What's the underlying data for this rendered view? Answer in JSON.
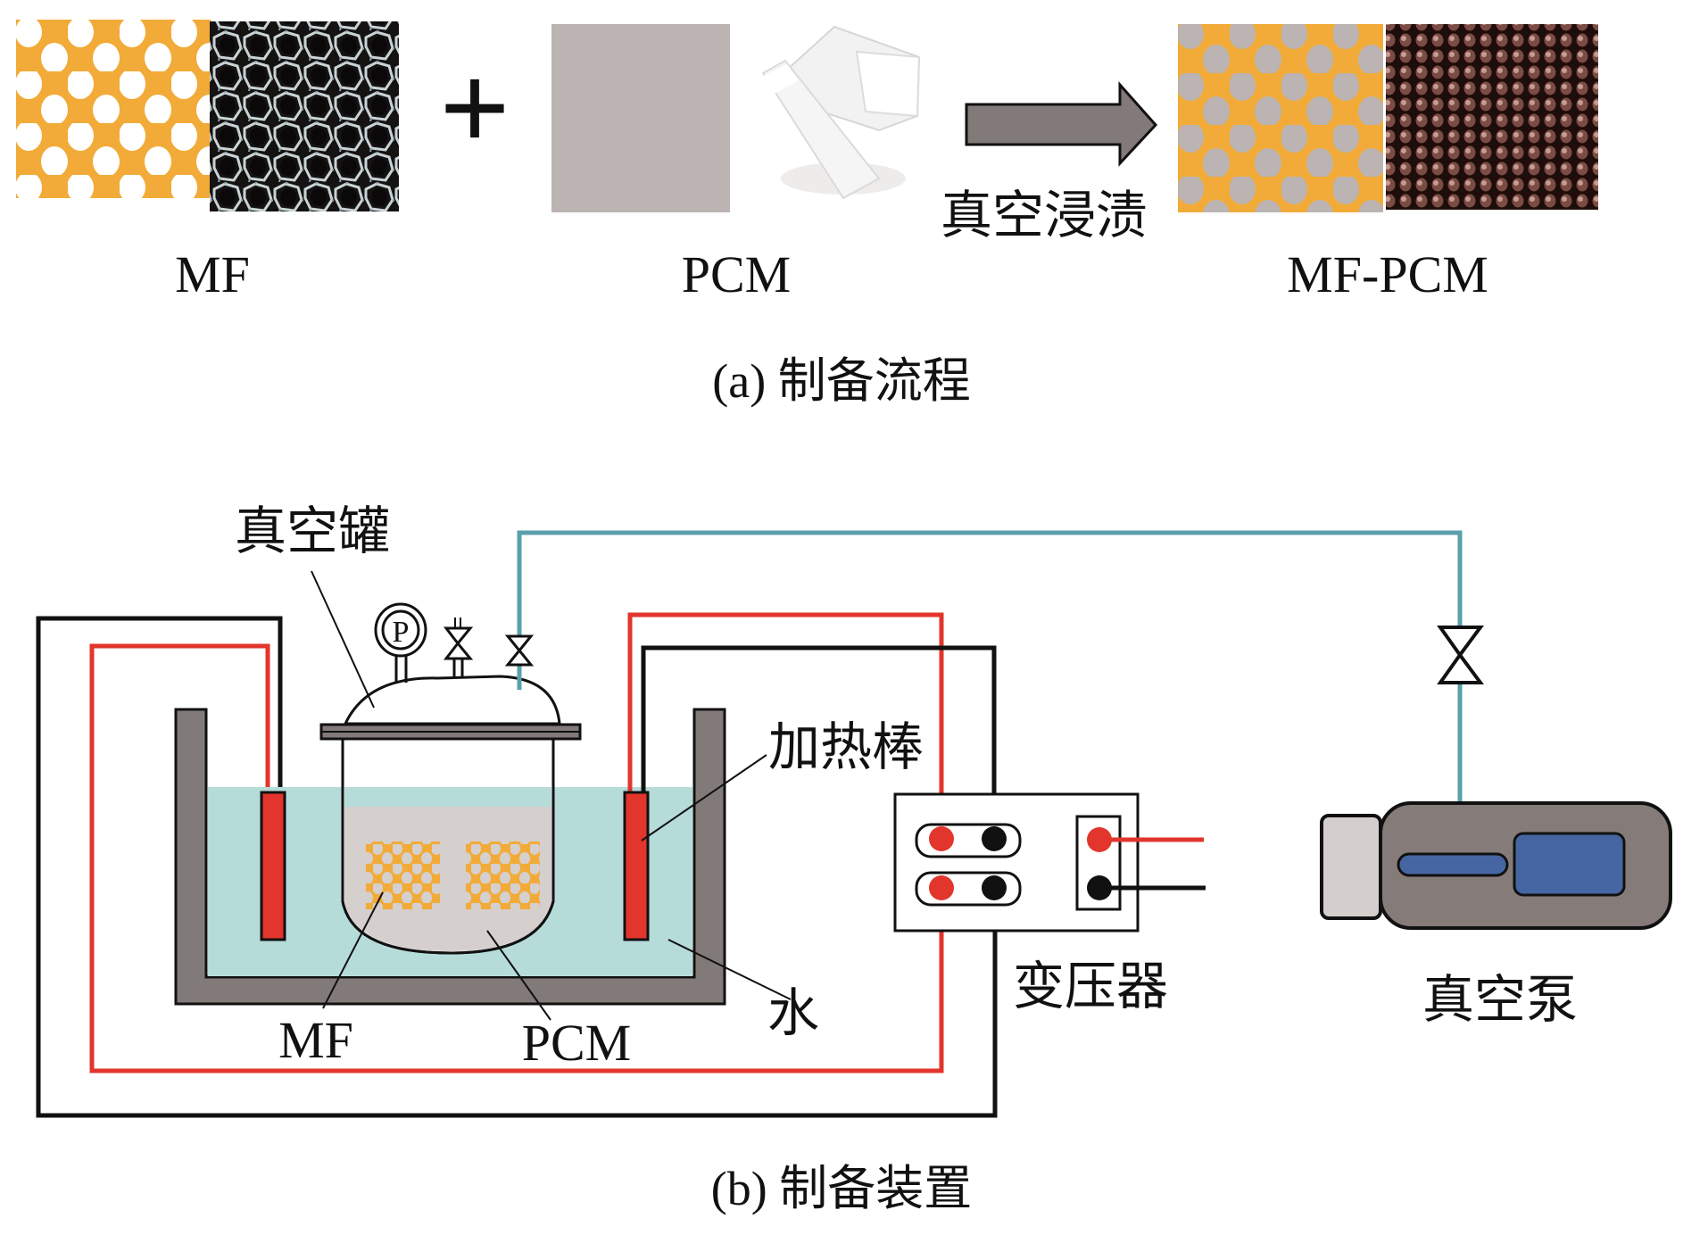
{
  "panel_a": {
    "caption": "(a) 制备流程",
    "items": [
      {
        "label": "MF",
        "kind": "metal-foam"
      },
      {
        "label": "+",
        "kind": "plus-operator"
      },
      {
        "label": "PCM",
        "kind": "phase-change-material"
      },
      {
        "label": "真空浸渍",
        "kind": "process-arrow"
      },
      {
        "label": "MF-PCM",
        "kind": "composite"
      }
    ]
  },
  "panel_b": {
    "caption": "(b) 制备装置",
    "labels": {
      "vacuum_tank": "真空罐",
      "heating_rod": "加热棒",
      "transformer": "变压器",
      "water": "水",
      "mf": "MF",
      "pcm": "PCM",
      "vacuum_pump": "真空泵",
      "pressure_gauge": "P"
    }
  },
  "colors": {
    "foam_orange": "#f2ab38",
    "pcm_gray": "#bbb4b2",
    "arrow_gray": "#827a78",
    "water": "#b6dcda",
    "wall_gray": "#827a78",
    "wire_red": "#e2352c",
    "wire_black": "#111111",
    "pipe_teal": "#5aa0ac",
    "pump_blue": "#4666a3",
    "pump_body": "#857b79",
    "pump_end": "#d4cfcd",
    "pcm_fill": "#d5cfcd"
  }
}
